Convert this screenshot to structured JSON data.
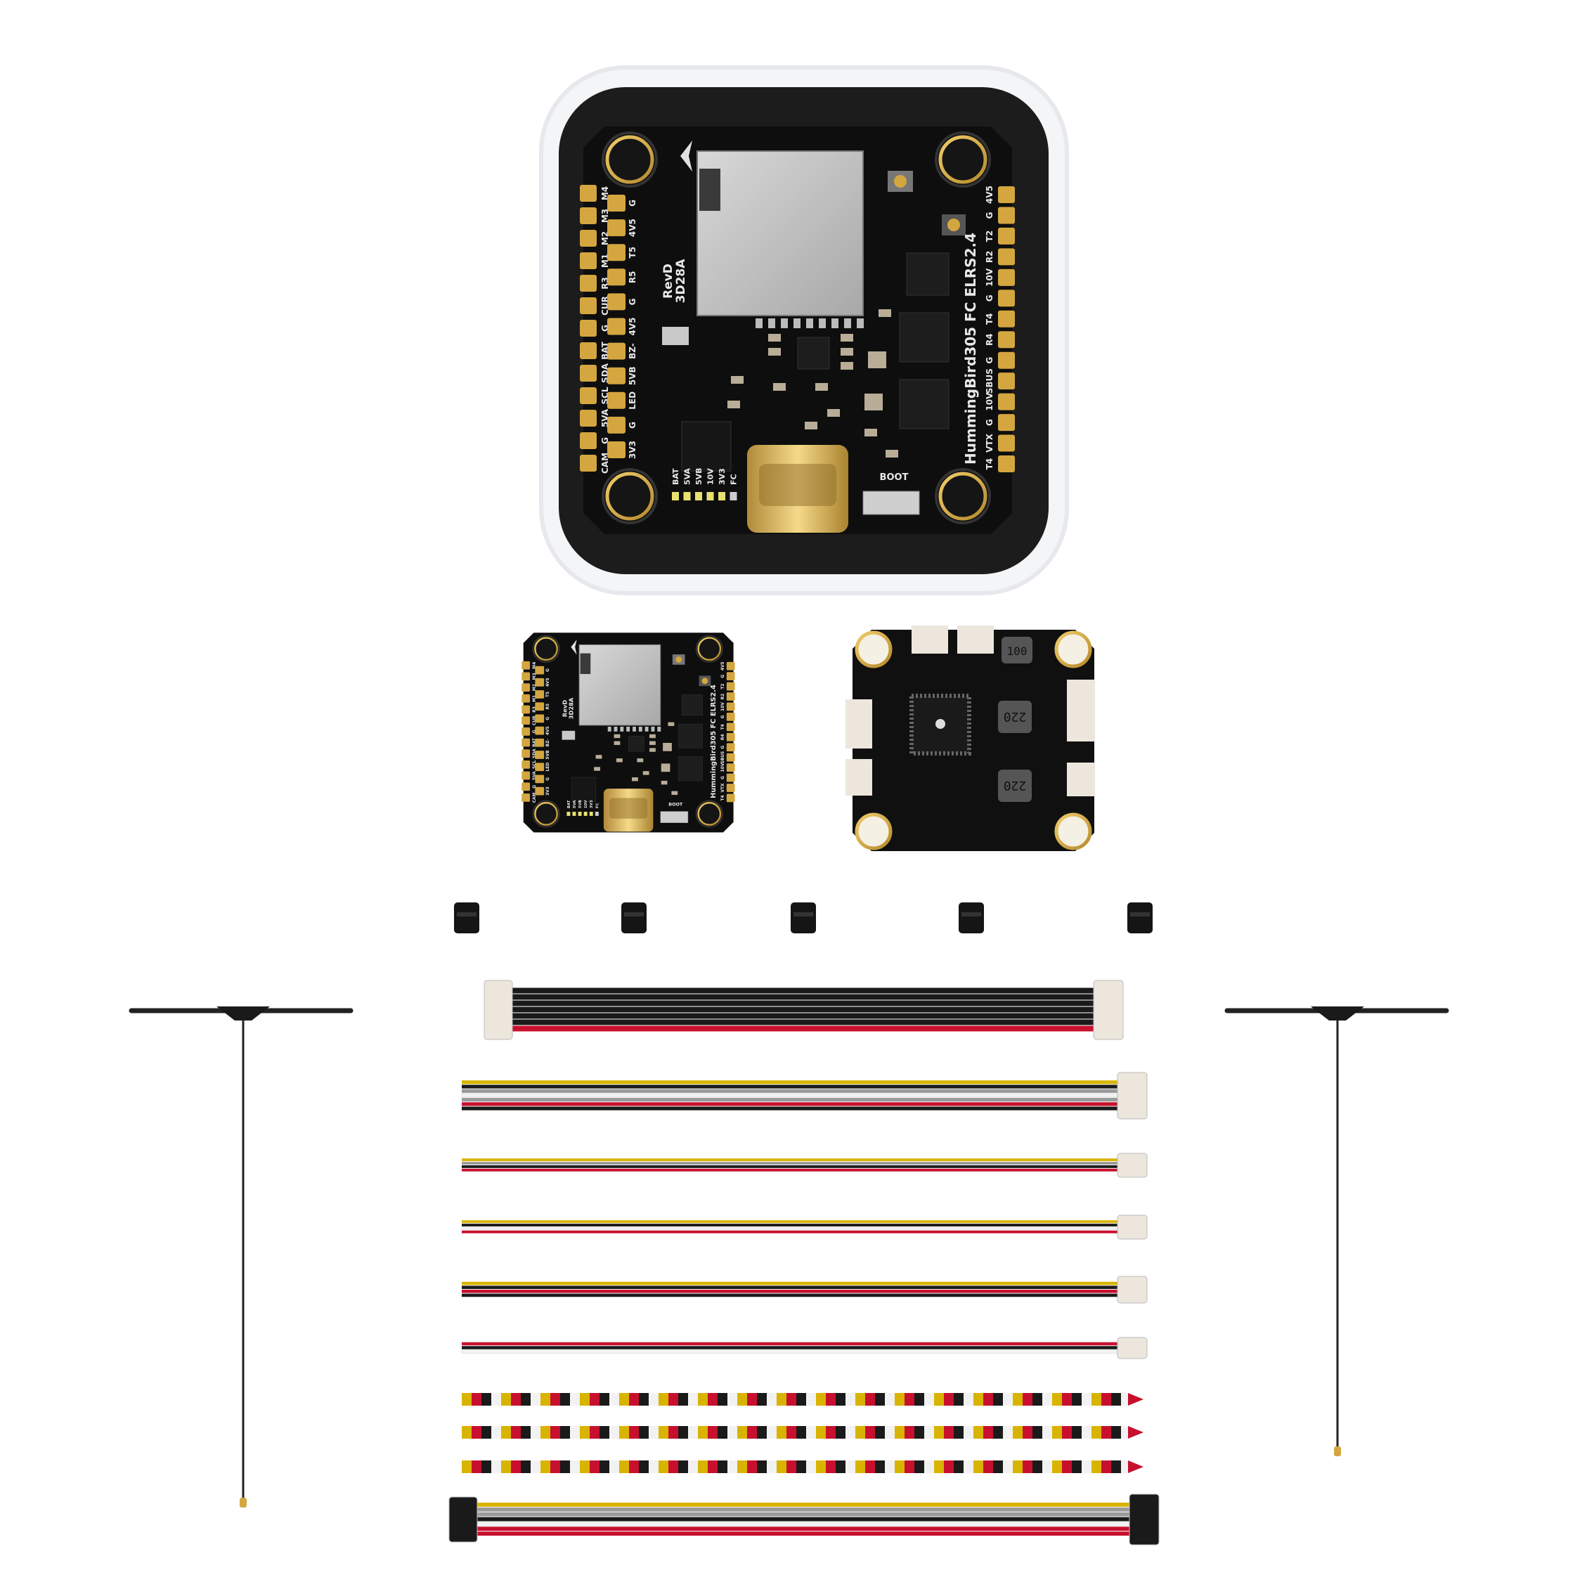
{
  "fc_board": {
    "title": "HummingBird305 FC ELRS2.4",
    "rev": "RevD",
    "code": "3D28A",
    "boot_label": "BOOT",
    "left_outer_pads": [
      "M4",
      "M3",
      "M2",
      "M1",
      "R3",
      "CUR",
      "G",
      "BAT",
      "SDA",
      "SCL",
      "5VA",
      "G",
      "CAM"
    ],
    "left_inner_pads": [
      "G",
      "4V5",
      "T5",
      "R5",
      "G",
      "4V5",
      "BZ-",
      "5VB",
      "LED",
      "G",
      "3V3"
    ],
    "right_pads": [
      "4V5",
      "G",
      "T2",
      "R2",
      "10V",
      "G",
      "T4",
      "R4",
      "G",
      "SBUS",
      "10V",
      "G",
      "VTX",
      "T4"
    ],
    "led_labels": [
      "BAT",
      "5VA",
      "5VB",
      "10V",
      "3V3",
      "FC"
    ]
  },
  "esc_board": {
    "inductor_top": "100",
    "inductor_mid": "220",
    "inductor_bottom": "220"
  },
  "grommet_count": 5,
  "colors": {
    "pcb": "#111111",
    "gold": "#d4a640",
    "connector": "#ece6dc",
    "wire_red": "#c8102e",
    "wire_yellow": "#d8b400",
    "wire_black": "#1a1a1a",
    "wire_gray": "#9a9a9a",
    "wire_white": "#f2f2f2"
  },
  "cables": [
    {
      "kind": "straight",
      "conn": "both-white",
      "wires": [
        "#1a1a1a",
        "#1a1a1a",
        "#1a1a1a",
        "#1a1a1a",
        "#1a1a1a",
        "#1a1a1a",
        "#c8102e"
      ]
    },
    {
      "kind": "straight",
      "conn": "right-white",
      "wires": [
        "#d8b400",
        "#1a1a1a",
        "#9a9a9a",
        "#f2f2f2",
        "#9a9a9a",
        "#c8102e",
        "#1a1a1a"
      ]
    },
    {
      "kind": "straight",
      "conn": "right-white",
      "wires": [
        "#d8b400",
        "#9a9a9a",
        "#1a1a1a",
        "#c8102e"
      ]
    },
    {
      "kind": "straight",
      "conn": "right-white",
      "wires": [
        "#d8b400",
        "#1a1a1a",
        "#f2f2f2",
        "#c8102e"
      ]
    },
    {
      "kind": "straight",
      "conn": "right-white",
      "wires": [
        "#d8b400",
        "#1a1a1a",
        "#c8102e",
        "#1a1a1a"
      ]
    },
    {
      "kind": "straight",
      "conn": "right-white",
      "wires": [
        "#c8102e",
        "#1a1a1a",
        "#f2f2f2"
      ]
    },
    {
      "kind": "twisted",
      "wires": [
        "#d8b400",
        "#c8102e",
        "#1a1a1a",
        "#f2f2f2"
      ]
    },
    {
      "kind": "twisted",
      "wires": [
        "#d8b400",
        "#c8102e",
        "#1a1a1a",
        "#f2f2f2"
      ]
    },
    {
      "kind": "twisted",
      "wires": [
        "#d8b400",
        "#c8102e",
        "#1a1a1a",
        "#f2f2f2"
      ]
    },
    {
      "kind": "straight",
      "conn": "both-black",
      "wires": [
        "#d8b400",
        "#9a9a9a",
        "#9a9a9a",
        "#1a1a1a",
        "#f2f2f2",
        "#c8102e",
        "#c8102e"
      ]
    }
  ],
  "antenna_count": 2
}
